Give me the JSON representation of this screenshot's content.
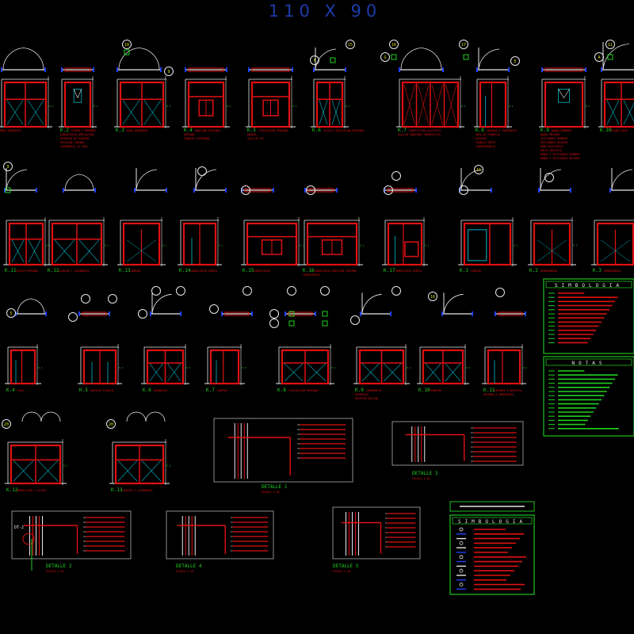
{
  "sheet_title": "110 X 90",
  "colors": {
    "background": "#000000",
    "frame": "#e01010",
    "glass": "#00b8c8",
    "dimension": "#e8e8e8",
    "label": "#e01010",
    "note": "#20d020",
    "tag": "#e0e000",
    "panel_border": "#20c020",
    "wall": "#2040ff"
  },
  "rows": {
    "row1": [
      {
        "tag": "",
        "elevation": "double-leaf",
        "label": "",
        "lines": [
          "MODO UNIDENTES"
        ]
      },
      {
        "tag": "",
        "elevation": "small-door",
        "label": "K.2",
        "lines": [
          "ESPERA Y ORDENES",
          "CONSULTORIO AMPLIACION",
          "DESPACHO DE ALMACEN",
          "ESTACION LAMINAS",
          "LAVANDERIA LA AGUA"
        ]
      },
      {
        "tag": "",
        "elevation": "double-leaf",
        "label": "K.3",
        "lines": [
          "MODO UNIDENTES"
        ]
      },
      {
        "tag": "",
        "elevation": "transom-window",
        "label": "K.4",
        "lines": [
          "ANALISAR PERSONAL",
          "ENTRADA",
          "TRABAJO ESPERANDO"
        ]
      },
      {
        "tag": "",
        "elevation": "transom-window",
        "label": "K.5",
        "lines": [
          "CIRCULACION PERSONAL",
          "BODEGA",
          "SALA DE ESP"
        ]
      },
      {
        "tag": "",
        "elevation": "double-leaf",
        "label": "K.6",
        "lines": [
          "ACCESO CIRCULACION PERSONAL"
        ]
      },
      {
        "tag": "",
        "elevation": "folding",
        "label": "K.7",
        "lines": [
          "SUBESTACION ELECTRICA",
          "SALA DE MAQUINAS HIDRAULICAS"
        ]
      },
      {
        "tag": "",
        "elevation": "jamb",
        "label": "K.8",
        "lines": [
          "ENTRADA A TOMOGRAFIA",
          "AREA DE FARMACIA",
          "ALMACEN",
          "TRABAJO PARTO",
          "TRANSFERENCIA"
        ]
      },
      {
        "tag": "",
        "elevation": "small-door",
        "label": "K.9",
        "lines": [
          "BAÑOS HOMBRES",
          "BAÑOS MUJERES",
          "VESTIDORES HOMBRES",
          "VESTIDORES MUJERES",
          "BAÑO ASISTENTES",
          "DUCTO SERVICIO",
          "BAÑOS Y VESTIDORES HOMBRES",
          "BAÑOS Y VESTIDORES MUJERES"
        ]
      },
      {
        "tag": "",
        "elevation": "double-leaf",
        "label": "K.10",
        "lines": [
          "PLANTA BAJA"
        ]
      }
    ],
    "row2_tags": [
      "9",
      "",
      "",
      "",
      "",
      "",
      "",
      "",
      "11",
      "",
      ""
    ],
    "row3": [
      {
        "label": "K.11",
        "lines": [
          "ACCESO PERSONAL"
        ],
        "elevation": "double-leaf"
      },
      {
        "label": "K.12",
        "lines": [
          "ALMACEN Y LAVANDERIA"
        ],
        "elevation": "double-leaf"
      },
      {
        "label": "K.13",
        "lines": [
          "COMEDOR"
        ],
        "elevation": "single"
      },
      {
        "label": "K.14",
        "lines": [
          "CONSULTORIO DENTAL"
        ],
        "elevation": "narrow"
      },
      {
        "label": "K.15",
        "lines": [
          "CONSULTORIO"
        ],
        "elevation": "transom-window"
      },
      {
        "label": "K.16",
        "lines": [
          "CONSULTORIO MEDICINA INTERNA",
          "CONSULTORIO"
        ],
        "elevation": "transom-window"
      },
      {
        "label": "K.17",
        "lines": [
          "CONSULTORIO DENTAL"
        ],
        "elevation": "jamb-box"
      },
      {
        "label": "K.1",
        "lines": [
          "CONTROL"
        ],
        "elevation": "glass-box"
      },
      {
        "label": "K.2",
        "lines": [
          "HEMODINAMIA"
        ],
        "elevation": "single"
      },
      {
        "label": "K.3",
        "lines": [
          "HEMODINAMIA"
        ],
        "elevation": "single"
      }
    ],
    "row4_tags": [
      "5",
      "",
      "",
      "",
      "",
      "",
      "",
      "",
      "",
      "16"
    ],
    "row5": [
      {
        "label": "K.4",
        "lines": [
          "CAJA"
        ],
        "elevation": "jamb"
      },
      {
        "label": "K.5",
        "lines": [
          "ARCHIVO CLINICO"
        ],
        "elevation": "narrow-pair"
      },
      {
        "label": "K.6",
        "lines": [
          "URGENCIAS"
        ],
        "elevation": "double-leaf"
      },
      {
        "label": "K.7",
        "lines": [
          "CONTROL"
        ],
        "elevation": "jamb"
      },
      {
        "label": "K.8",
        "lines": [
          "CIRCULACION PERSONAL"
        ],
        "elevation": "double-leaf"
      },
      {
        "label": "K.9",
        "lines": [
          "TOMOGRAFIA",
          "URGENCIAS",
          "HOSPITALIZACION"
        ],
        "elevation": "double-leaf"
      },
      {
        "label": "K.10",
        "lines": [
          "TRANSFER"
        ],
        "elevation": "double-leaf"
      },
      {
        "label": "K.11",
        "lines": [
          "ENTRADA A HOSPITAL",
          "ENTRADA A TOMOGRAFIA"
        ],
        "elevation": "jamb"
      }
    ],
    "row6": [
      {
        "tag": "20",
        "label": "K.12",
        "lines": [
          "DEMOLICION Y ACCESO"
        ],
        "elevation": "double-leaf"
      },
      {
        "tag": "20",
        "label": "K.13",
        "lines": [
          "ALMACEN Y LAVANDERIA"
        ],
        "elevation": "double-leaf"
      }
    ]
  },
  "details": [
    {
      "title": "DETALLE 1",
      "sub": "ESCALA 1:10"
    },
    {
      "title": "DETALLE 3",
      "sub": "ESCALA 1:10"
    },
    {
      "title": "DETALLE 2",
      "sub": "ESCALA 1:10"
    },
    {
      "title": "DETALLE 4",
      "sub": "ESCALA 1:10"
    },
    {
      "title": "DETALLE 5",
      "sub": "ESCALA 1:10"
    }
  ],
  "legend": {
    "simbologia_title": "SIMBOLOGIA",
    "notas_title": "NOTAS",
    "simbologia2_title": "SIMBOLOGIA",
    "detail_codes": [
      "DT-2"
    ]
  }
}
